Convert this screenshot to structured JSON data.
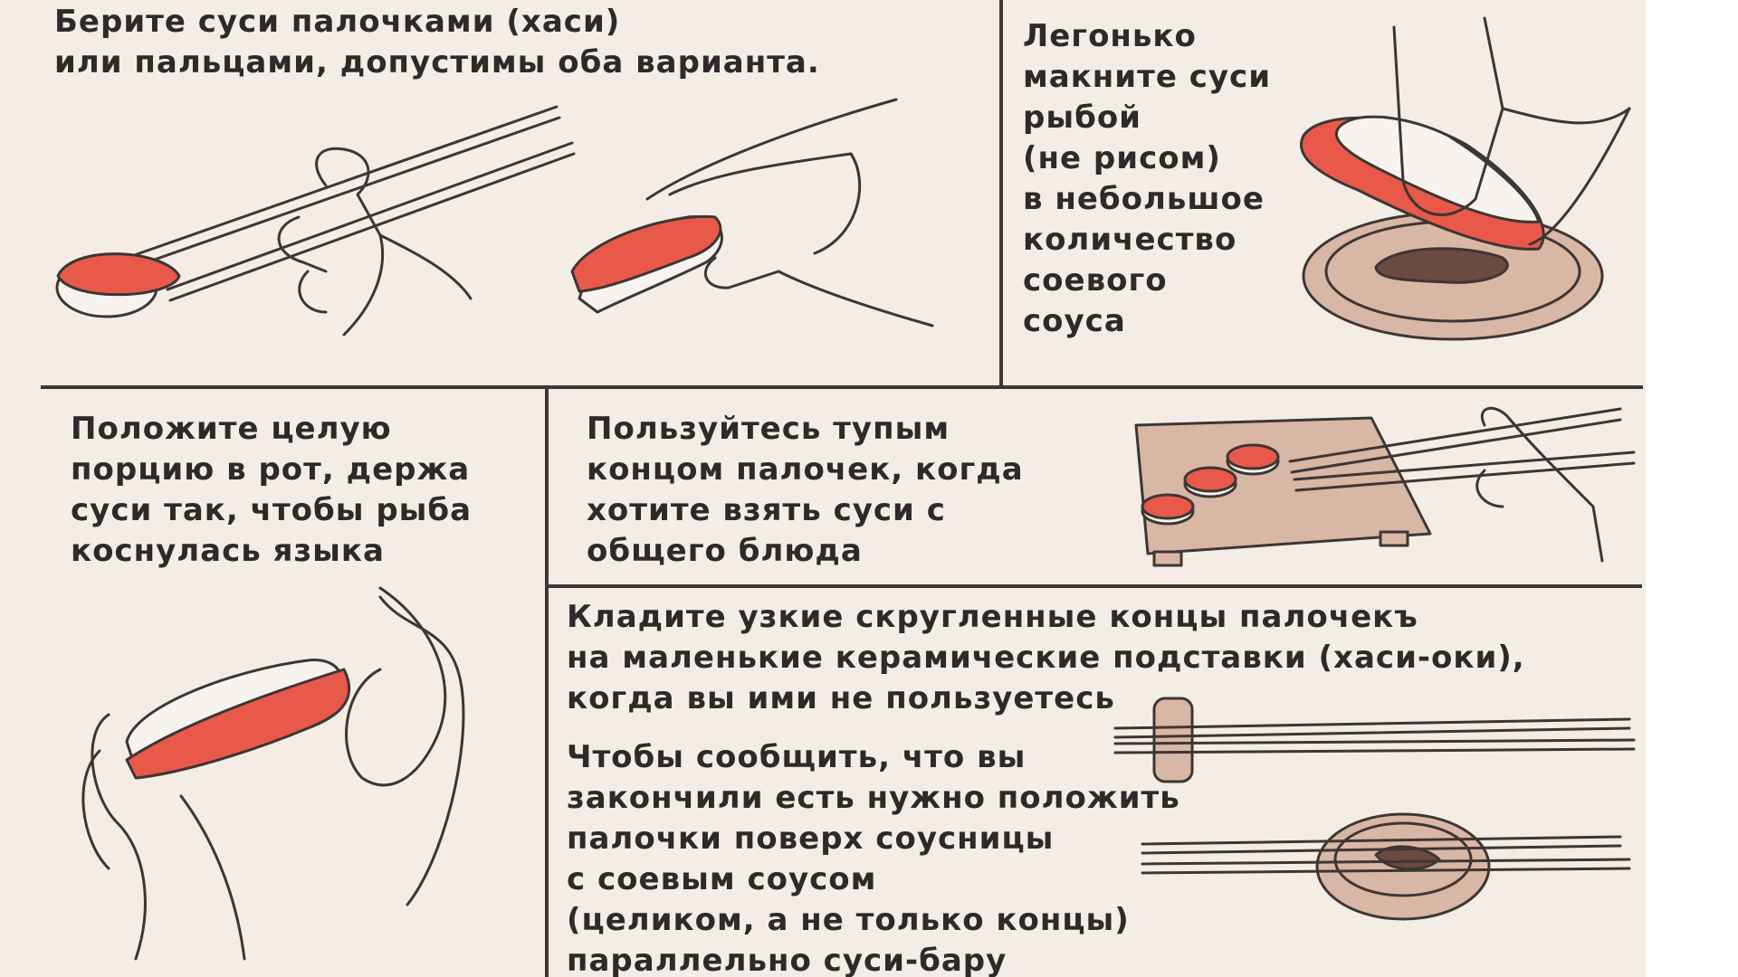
{
  "colors": {
    "paper": "#f3ede6",
    "ink": "#3d3634",
    "fish": "#e8594a",
    "rice": "#f7f4f0",
    "wood": "#d9b7a5",
    "sauce": "#6b4a42"
  },
  "panels": {
    "pick_up": {
      "text": "Берите суси палочками (хаси)\nили пальцами, допустимы оба варианта."
    },
    "dip": {
      "text": "Легонько\nмакните суси\nрыбой\n(не рисом)\nв небольшое\nколичество\nсоевого\nсоуса"
    },
    "eat": {
      "text": "Положите целую\nпорцию в рот, держа\nсуси так, чтобы рыба\nкоснулась языка"
    },
    "shared_plate": {
      "text": "Пользуйтесь тупым\nконцом палочек, когда\nхотите взять суси с\nобщего блюда"
    },
    "rest": {
      "text_rest": "Кладите узкие скругленные концы палочекъ\nна маленькие керамические подставки (хаси-оки),\nкогда вы ими не пользуетесь",
      "text_finish": "Чтобы сообщить, что вы\nзакончили есть нужно положить\nпалочки поверх соусницы\nс соевым соусом\n(целиком, а не только концы)\nпараллельно суси-бару"
    }
  },
  "icons": [
    "chopsticks-hand-icon",
    "fingers-holding-sushi-icon",
    "dipping-sushi-icon",
    "mouth-eating-sushi-icon",
    "sushi-board-icon",
    "hashi-oki-rest-icon",
    "sauce-dish-chopsticks-icon"
  ]
}
